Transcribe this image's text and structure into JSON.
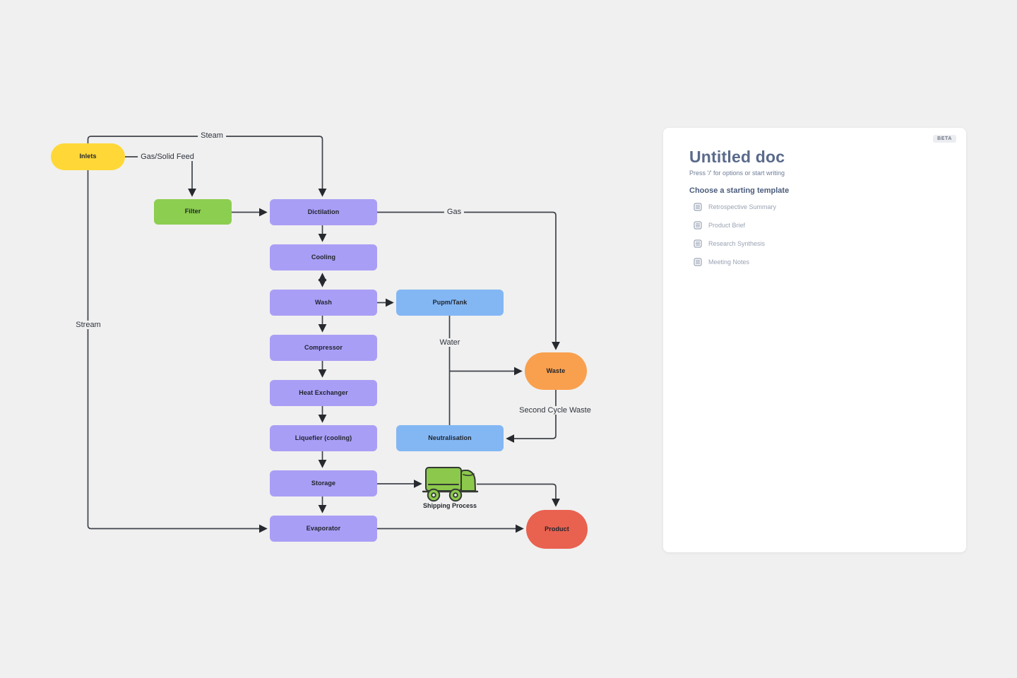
{
  "colors": {
    "background": "#F0F0F0",
    "connector": "#3F434A",
    "node_purple": "#A99EF6",
    "node_blue": "#83B7F4",
    "node_green": "#8CCE50",
    "node_yellow": "#FFD837",
    "node_orange": "#F9A04E",
    "node_red": "#E9614F",
    "truck_green": "#8CC84B",
    "panel_title_text": "#5A6A8B",
    "panel_muted_text": "#99A2B3"
  },
  "diagram": {
    "nodes": {
      "inlets": {
        "label": "Inlets",
        "shape": "pill",
        "color": "#FFD837"
      },
      "filter": {
        "label": "Filter",
        "shape": "box",
        "color": "#8CCE50"
      },
      "dictilation": {
        "label": "Dictilation",
        "shape": "box",
        "color": "#A99EF6"
      },
      "cooling": {
        "label": "Cooling",
        "shape": "box",
        "color": "#A99EF6"
      },
      "wash": {
        "label": "Wash",
        "shape": "box",
        "color": "#A99EF6"
      },
      "pump_tank": {
        "label": "Pupm/Tank",
        "shape": "box",
        "color": "#83B7F4"
      },
      "compressor": {
        "label": "Compressor",
        "shape": "box",
        "color": "#A99EF6"
      },
      "heat_exchanger": {
        "label": "Heat Exchanger",
        "shape": "box",
        "color": "#A99EF6"
      },
      "liquefier": {
        "label": "Liquefier (cooling)",
        "shape": "box",
        "color": "#A99EF6"
      },
      "storage": {
        "label": "Storage",
        "shape": "box",
        "color": "#A99EF6"
      },
      "evaporator": {
        "label": "Evaporator",
        "shape": "box",
        "color": "#A99EF6"
      },
      "neutralisation": {
        "label": "Neutralisation",
        "shape": "box",
        "color": "#83B7F4"
      },
      "waste": {
        "label": "Waste",
        "shape": "pill",
        "color": "#F9A04E"
      },
      "product": {
        "label": "Product",
        "shape": "pill",
        "color": "#E9614F"
      }
    },
    "labels": {
      "steam": "Steam",
      "gas_solid_feed": "Gas/Solid Feed",
      "gas": "Gas",
      "water": "Water",
      "stream": "Stream",
      "second_cycle_waste": "Second Cycle Waste",
      "shipping_process": "Shipping Process"
    },
    "icons": {
      "truck": "truck-icon"
    }
  },
  "panel": {
    "beta_badge": "BETA",
    "title": "Untitled doc",
    "placeholder": "Press '/' for options or start writing",
    "templates_heading": "Choose a starting template",
    "templates": [
      {
        "label": "Retrospective Summary",
        "icon": "document-icon"
      },
      {
        "label": "Product Brief",
        "icon": "document-icon"
      },
      {
        "label": "Research Synthesis",
        "icon": "document-icon"
      },
      {
        "label": "Meeting Notes",
        "icon": "document-icon"
      }
    ]
  }
}
